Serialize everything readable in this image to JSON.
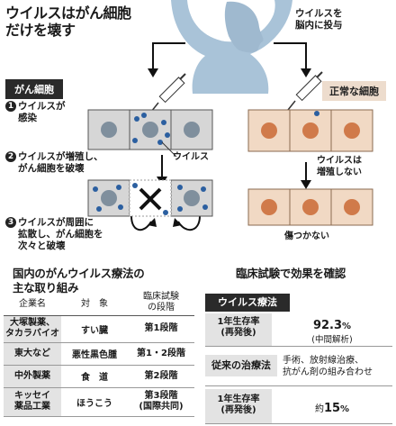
{
  "headline": [
    "ウイルスはがん細胞",
    "だけを壊す"
  ],
  "injection_note": [
    "ウイルスを",
    "脳内に投与"
  ],
  "cancer_label": "がん細胞",
  "normal_label": "正常な細胞",
  "steps": {
    "s1": {
      "num": "1",
      "line1": "ウイルスが",
      "line2": "感染"
    },
    "s2": {
      "num": "2",
      "line1": "ウイルスが増殖し、",
      "line2": "がん細胞を破壊"
    },
    "s3": {
      "num": "3",
      "line1": "ウイルスが周囲に",
      "line2": "拡散し、がん細胞を",
      "line3": "次々と破壊"
    }
  },
  "virus_callout": "ウイルス",
  "normal_notes": {
    "no_growth": [
      "ウイルスは",
      "増殖しない"
    ],
    "unharmed": "傷つかない"
  },
  "domestic": {
    "title": [
      "国内のがんウイルス療法の",
      "主な取り組み"
    ],
    "headers": {
      "company": "企業名",
      "target": "対　象",
      "stage": [
        "臨床試験",
        "の段階"
      ]
    },
    "rows": [
      {
        "company": [
          "大塚製薬、",
          "タカラバイオ"
        ],
        "target": "すい臓",
        "stage": [
          "第1段階"
        ]
      },
      {
        "company": [
          "東大など"
        ],
        "target": "悪性黒色腫",
        "stage": [
          "第1・2段階"
        ]
      },
      {
        "company": [
          "中外製薬"
        ],
        "target": "食　道",
        "stage": [
          "第2段階"
        ]
      },
      {
        "company": [
          "キッセイ",
          "薬品工業"
        ],
        "target": "ほうこう",
        "stage": [
          "第3段階",
          "(国際共同)"
        ]
      }
    ]
  },
  "trial": {
    "title": "臨床試験で効果を確認",
    "virus_therapy": "ウイルス療法",
    "survival_label": [
      "1年生存率",
      "(再発後)"
    ],
    "virus_rate": "92.3",
    "virus_rate_unit": "%",
    "virus_rate_note": "(中間解析)",
    "conventional": "従来の治療法",
    "conventional_desc": [
      "手術、放射線治療、",
      "抗がん剤の組み合わせ"
    ],
    "conventional_rate_prefix": "約",
    "conventional_rate": "15",
    "conventional_rate_unit": "%"
  },
  "colors": {
    "cancer_cell": "#d6d6d6",
    "cancer_nucleus": "#7f8f9d",
    "virus": "#2b5fa0",
    "normal_cell": "#f1d9c4",
    "normal_nucleus": "#d07a4a",
    "head": "#a9c3d8"
  }
}
